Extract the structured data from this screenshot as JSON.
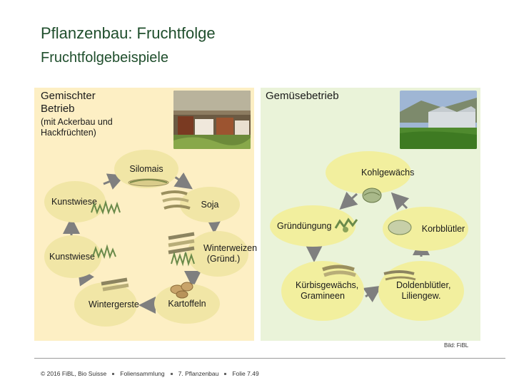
{
  "title": "Pflanzenbau: Fruchtfolge",
  "subtitle": "Fruchtfolgebeispiele",
  "left_panel": {
    "heading": "Gemischter Betrieb",
    "note": "(mit Ackerbau und Hackfrüchten)",
    "nodes": [
      "Silomais",
      "Soja",
      "Winterweizen (Gründ.)",
      "Kartoffeln",
      "Wintergerste",
      "Kunstwiese",
      "Kunstwiese"
    ]
  },
  "right_panel": {
    "heading": "Gemüsebetrieb",
    "nodes": [
      "Kohlgewächs",
      "Korbblütler",
      "Doldenblütler, Liliengew.",
      "Kürbisgewächs, Gramineen",
      "Gründüngung"
    ]
  },
  "credit": "Bild: FiBL",
  "footer": {
    "copyright": "© 2016 FiBL, Bio Suisse",
    "collection": "Foliensammlung",
    "chapter": "7. Pflanzenbau",
    "slide": "Folie 7.49"
  },
  "colors": {
    "title": "#1f4e2c",
    "left_panel_bg": "#fdefc4",
    "right_panel_bg": "#eaf3d9",
    "node_fill": "#f1e6a6",
    "arrow": "#7f7f7f"
  }
}
